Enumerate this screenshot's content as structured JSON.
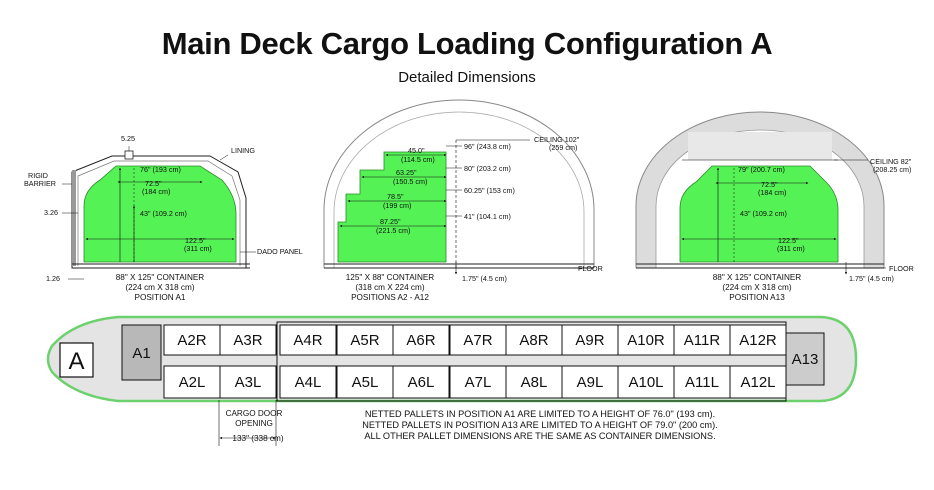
{
  "header": {
    "title": "Main Deck Cargo Loading Configuration A",
    "subtitle": "Detailed Dimensions"
  },
  "colors": {
    "cargo_fill": "#55f255",
    "fuselage_fill": "#e4e4e4",
    "fuselage_outline": "#6dd16d",
    "a1_fill": "#b8b8b8",
    "a13_fill": "#cccccc"
  },
  "section_a1": {
    "label_525": "5.25",
    "label_lining": "LINING",
    "label_rigid": "RIGID",
    "label_barrier": "BARRIER",
    "label_326": "3.26",
    "label_dado": "DADO PANEL",
    "label_126": "1.26",
    "dim_76": "76\" (193 cm)",
    "dim_725": "72.5\"",
    "dim_725_cm": "(184 cm)",
    "dim_43": "43\" (109.2 cm)",
    "dim_1225": "122.5\"",
    "dim_1225_cm": "(311 cm)",
    "caption_1": "88\" X 125\" CONTAINER",
    "caption_2": "(224 cm X 318 cm)",
    "caption_3": "POSITION A1"
  },
  "section_a2": {
    "ceiling_1": "CEILING 102\"",
    "ceiling_2": "(259 cm)",
    "floor": "FLOOR",
    "dim_45": "45.0\"",
    "dim_45_cm": "(114.5 cm)",
    "dim_6325": "63.25\"",
    "dim_6325_cm": "(150.5 cm)",
    "dim_785": "78.5\"",
    "dim_785_cm": "(199 cm)",
    "dim_8725": "87.25\"",
    "dim_8725_cm": "(221.5 cm)",
    "dim_96": "96\" (243.8 cm)",
    "dim_80": "80\" (203.2 cm)",
    "dim_6025": "60.25\" (153 cm)",
    "dim_41": "41\" (104.1 cm)",
    "dim_175": "1.75\" (4.5 cm)",
    "caption_1": "125\" X 88\" CONTAINER",
    "caption_2": "(318 cm X 224 cm)",
    "caption_3": "POSITIONS A2 - A12"
  },
  "section_a13": {
    "ceiling_1": "CEILING 82\"",
    "ceiling_2": "(208.25 cm)",
    "floor": "FLOOR",
    "dim_79": "79\" (200.7 cm)",
    "dim_725": "72.5\"",
    "dim_725_cm": "(184 cm)",
    "dim_43": "43\" (109.2 cm)",
    "dim_1225": "122.5\"",
    "dim_1225_cm": "(311 cm)",
    "dim_175": "1.75\" (4.5 cm)",
    "caption_1": "88\" X 125\" CONTAINER",
    "caption_2": "(224 cm X 318 cm)",
    "caption_3": "POSITION A13"
  },
  "plan": {
    "config_letter": "A",
    "a1": "A1",
    "a13": "A13",
    "right_row": [
      "A2R",
      "A3R",
      "A4R",
      "A5R",
      "A6R",
      "A7R",
      "A8R",
      "A9R",
      "A10R",
      "A11R",
      "A12R"
    ],
    "left_row": [
      "A2L",
      "A3L",
      "A4L",
      "A5L",
      "A6L",
      "A7L",
      "A8L",
      "A9L",
      "A10L",
      "A11L",
      "A12L"
    ],
    "door_1": "CARGO DOOR",
    "door_2": "OPENING",
    "door_3": "133\" (338 cm)"
  },
  "notes": [
    "NETTED PALLETS IN POSITION A1 ARE LIMITED TO A HEIGHT OF 76.0\" (193 cm).",
    "NETTED PALLETS IN POSITION A13 ARE LIMITED TO A HEIGHT OF 79.0\" (200 cm).",
    "ALL OTHER PALLET DIMENSIONS ARE THE SAME AS CONTAINER DIMENSIONS."
  ]
}
